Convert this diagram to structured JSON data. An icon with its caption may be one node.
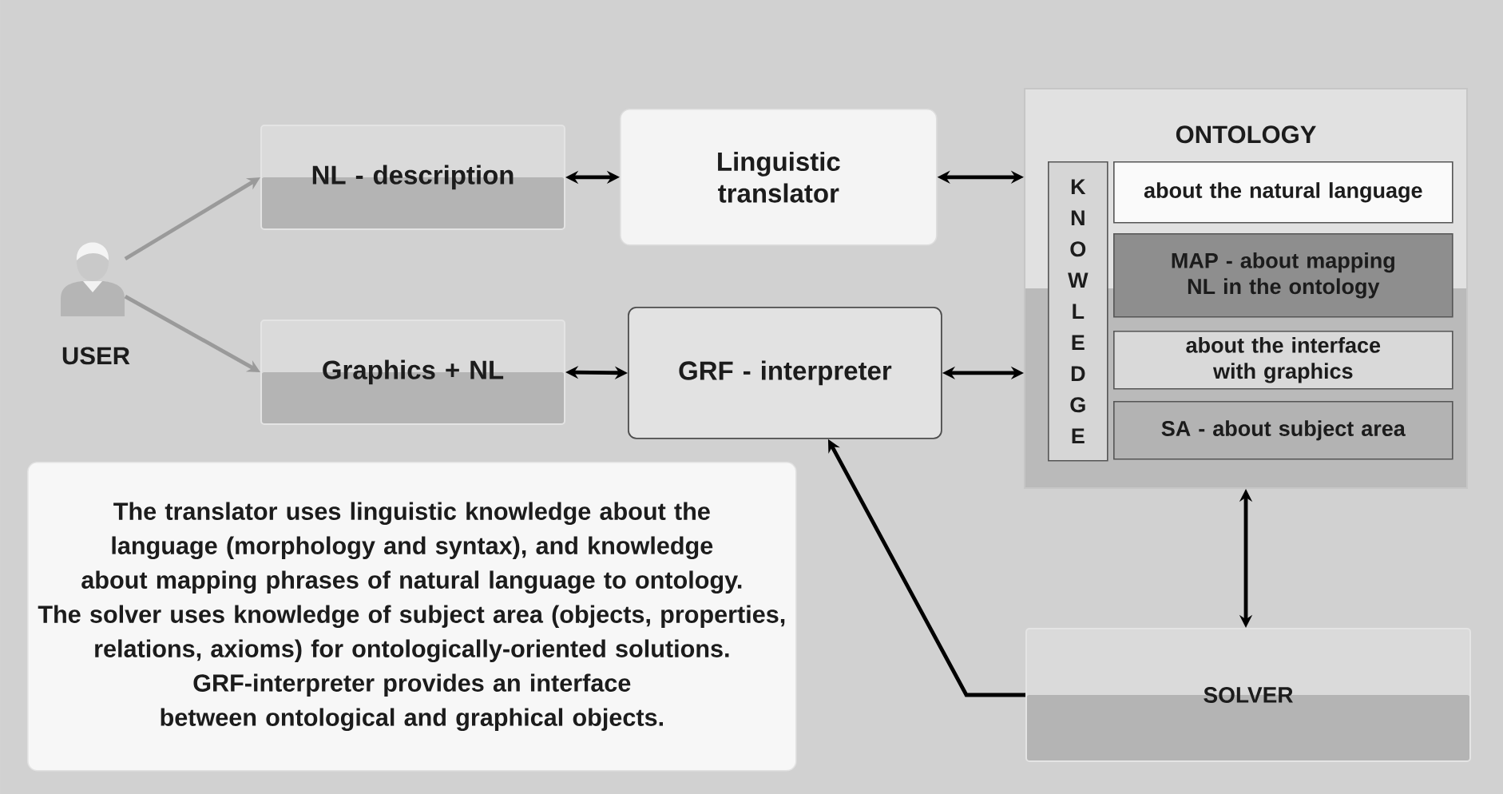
{
  "diagram": {
    "nodes": [
      {
        "text": [],
        "shape": "person",
        "beside": [
          "USER"
        ]
      },
      {
        "text": [
          "NL - description"
        ]
      },
      {
        "text": [
          "Graphics + NL"
        ]
      },
      {
        "text": [
          "Linguistic translator"
        ]
      },
      {
        "text": [
          "GRF - interpreter"
        ]
      },
      {
        "text": [
          "ONTOLOGY"
        ]
      },
      {
        "text": [
          "K N O W L E D G E"
        ],
        "in": 5
      },
      {
        "text": [
          "about the natural language"
        ],
        "in": 5
      },
      {
        "text": [
          "MAP - about mapping NL in the ontology"
        ],
        "in": 5
      },
      {
        "text": [
          "about the interface with graphics"
        ],
        "in": 5
      },
      {
        "text": [
          "SA - about subject area"
        ],
        "in": 5
      },
      {
        "text": [
          "The translator uses linguistic knowledge about the language (morphology and syntax), and knowledge about mapping phrases of natural language to ontology.",
          "The solver uses knowledge of subject area (objects, properties, relations, axioms) for ontologically-oriented solutions.",
          "GRF-interpreter provides an interface between ontological and graphical objects."
        ]
      },
      {
        "text": [
          "SOLVER"
        ]
      }
    ],
    "edges": [
      {
        "from": 0,
        "to": 1,
        "arrow": "to",
        "color": "#9a9a9a"
      },
      {
        "from": 0,
        "to": 2,
        "arrow": "to",
        "color": "#9a9a9a"
      },
      {
        "from": 1,
        "to": 3,
        "arrow": "both"
      },
      {
        "from": 2,
        "to": 4,
        "arrow": "both"
      },
      {
        "from": 3,
        "to": 5,
        "arrow": "both"
      },
      {
        "from": 4,
        "to": 5,
        "arrow": "both"
      },
      {
        "from": 5,
        "to": 12,
        "arrow": "both"
      },
      {
        "from": 12,
        "to": 4,
        "arrow": "to"
      }
    ]
  }
}
